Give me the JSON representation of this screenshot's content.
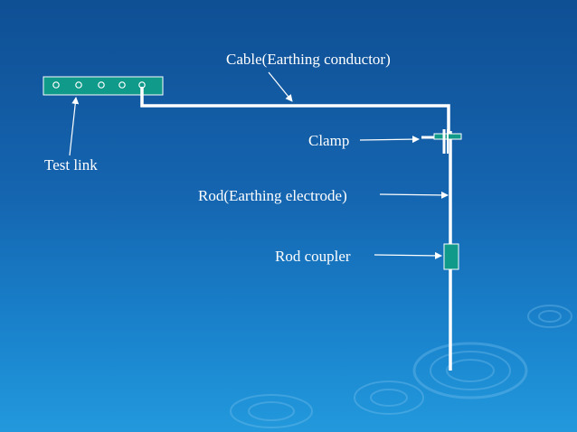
{
  "labels": {
    "cable": "Cable(Earthing conductor)",
    "test_link": "Test link",
    "clamp": "Clamp",
    "rod": "Rod(Earthing electrode)",
    "rod_coupler": "Rod coupler"
  },
  "colors": {
    "line": "#ffffff",
    "component_fill": "#0f9a8a",
    "bg_top": "#0f4f94",
    "bg_bottom": "#2399dc"
  }
}
